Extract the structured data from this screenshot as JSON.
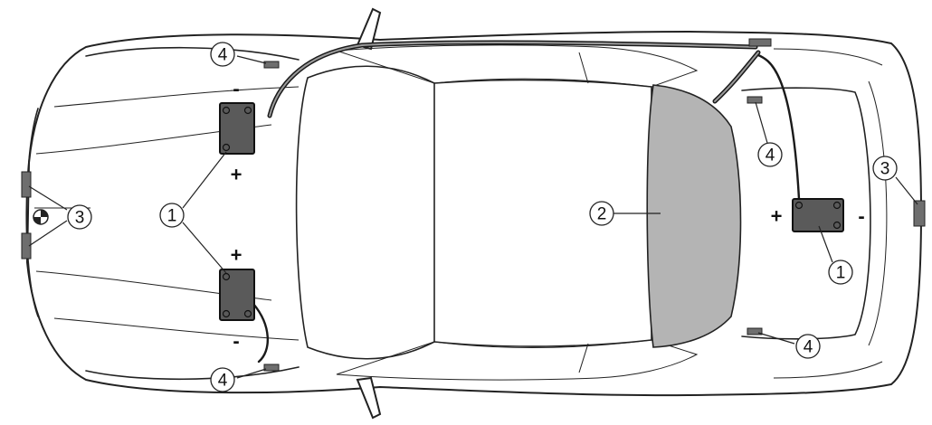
{
  "callouts": {
    "module": "1",
    "coverage": "2",
    "indicator": "3",
    "sensor": "4"
  },
  "signs": {
    "plus": "+",
    "minus": "-"
  },
  "colors": {
    "module_fill": "#5a5a5a",
    "coverage_fill": "#b4b4b4",
    "sensor_fill": "#6e6e6e",
    "line": "#222222"
  },
  "icons": [
    "bmw-roundel-icon"
  ]
}
